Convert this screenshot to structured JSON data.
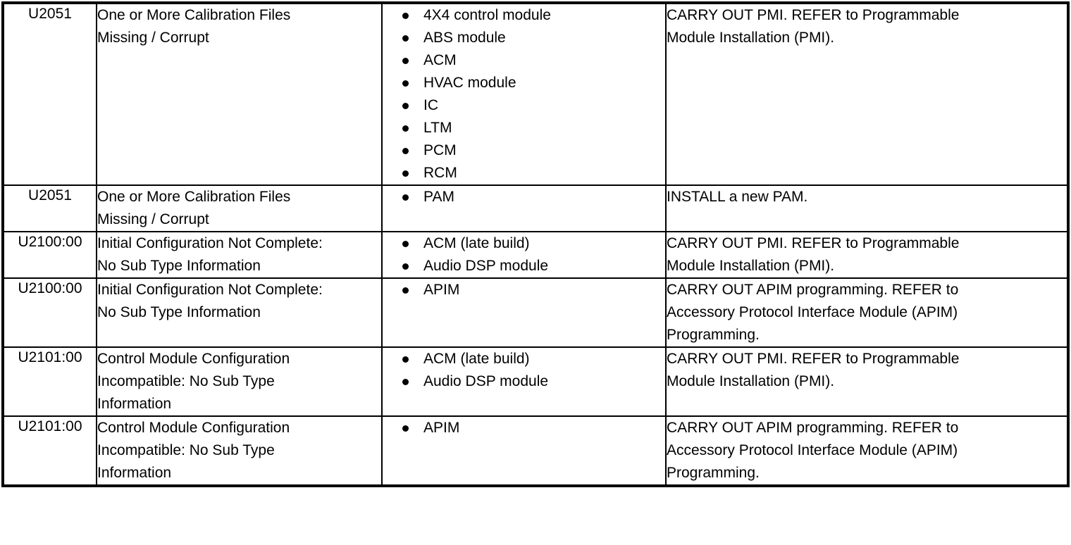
{
  "table": {
    "columns": [
      "dtc-code",
      "description",
      "affected-modules",
      "action"
    ],
    "bullet_glyph": "filled-round-bullet",
    "border_color": "#000000",
    "background_color": "#ffffff",
    "rows": [
      {
        "code": "U2051",
        "description_lines": [
          "One or More Calibration Files",
          "Missing / Corrupt"
        ],
        "modules": [
          "4X4 control module",
          "ABS module",
          "ACM",
          "HVAC module",
          "IC",
          "LTM",
          "PCM",
          "RCM"
        ],
        "action_lines": [
          "CARRY OUT PMI. REFER to Programmable",
          "Module Installation (PMI)."
        ]
      },
      {
        "code": "U2051",
        "description_lines": [
          "One or More Calibration Files",
          "Missing / Corrupt"
        ],
        "modules": [
          "PAM"
        ],
        "action_lines": [
          "INSTALL a new PAM."
        ]
      },
      {
        "code": "U2100:00",
        "description_lines": [
          "Initial Configuration Not Complete:",
          "No Sub Type Information"
        ],
        "modules": [
          "ACM (late build)",
          "Audio DSP module"
        ],
        "action_lines": [
          "CARRY OUT PMI. REFER to Programmable",
          "Module Installation (PMI)."
        ]
      },
      {
        "code": "U2100:00",
        "description_lines": [
          "Initial Configuration Not Complete:",
          "No Sub Type Information"
        ],
        "modules": [
          "APIM"
        ],
        "action_lines": [
          "CARRY OUT APIM programming. REFER to",
          "Accessory Protocol Interface Module (APIM)",
          "Programming."
        ]
      },
      {
        "code": "U2101:00",
        "description_lines": [
          "Control Module Configuration",
          "Incompatible: No Sub Type",
          "Information"
        ],
        "modules": [
          "ACM (late build)",
          "Audio DSP module"
        ],
        "action_lines": [
          "CARRY OUT PMI. REFER to Programmable",
          "Module Installation (PMI)."
        ]
      },
      {
        "code": "U2101:00",
        "description_lines": [
          "Control Module Configuration",
          "Incompatible: No Sub Type",
          "Information"
        ],
        "modules": [
          "APIM"
        ],
        "action_lines": [
          "CARRY OUT APIM programming. REFER to",
          "Accessory Protocol Interface Module (APIM)",
          "Programming."
        ]
      }
    ]
  }
}
